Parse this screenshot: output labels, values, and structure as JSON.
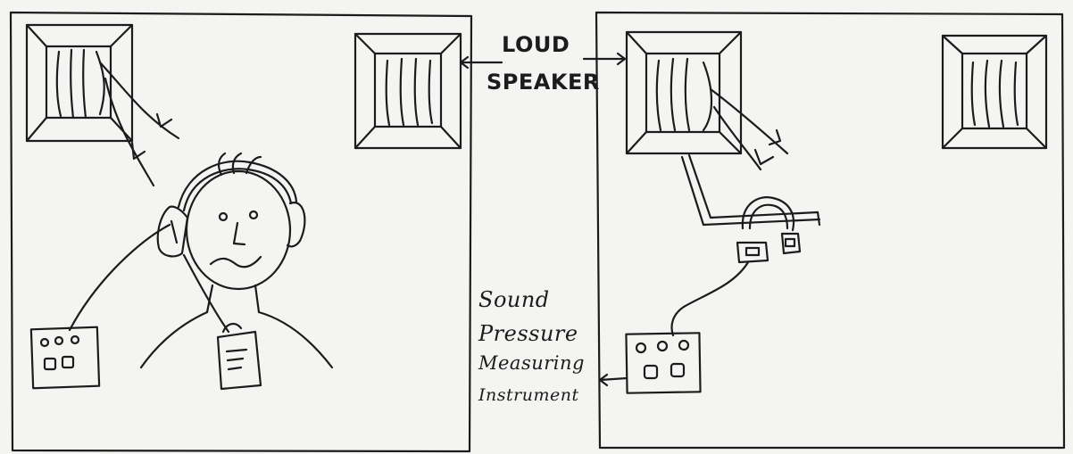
{
  "labels": {
    "loud": "LOUD",
    "speaker": "SPEAKER",
    "sound": "Sound",
    "pressure": "Pressure",
    "measuring": "Measuring",
    "instrument": "Instrument"
  },
  "colors": {
    "paper": "#f4f4f2",
    "ink": "#1c1c1c"
  }
}
